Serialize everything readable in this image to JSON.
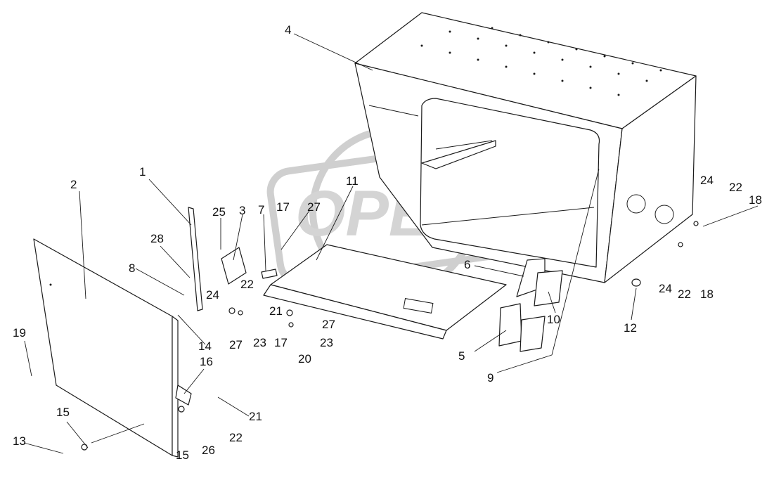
{
  "watermark": {
    "text": "OPEX"
  },
  "callouts": [
    {
      "id": "c1",
      "label": "1"
    },
    {
      "id": "c2",
      "label": "2"
    },
    {
      "id": "c3",
      "label": "3"
    },
    {
      "id": "c4",
      "label": "4"
    },
    {
      "id": "c5",
      "label": "5"
    },
    {
      "id": "c6",
      "label": "6"
    },
    {
      "id": "c7",
      "label": "7"
    },
    {
      "id": "c8",
      "label": "8"
    },
    {
      "id": "c9",
      "label": "9"
    },
    {
      "id": "c10",
      "label": "10"
    },
    {
      "id": "c11",
      "label": "11"
    },
    {
      "id": "c12",
      "label": "12"
    },
    {
      "id": "c13",
      "label": "13"
    },
    {
      "id": "c14",
      "label": "14"
    },
    {
      "id": "c15a",
      "label": "15"
    },
    {
      "id": "c15b",
      "label": "15"
    },
    {
      "id": "c16",
      "label": "16"
    },
    {
      "id": "c17a",
      "label": "17"
    },
    {
      "id": "c17b",
      "label": "17"
    },
    {
      "id": "c18a",
      "label": "18"
    },
    {
      "id": "c18b",
      "label": "18"
    },
    {
      "id": "c19",
      "label": "19"
    },
    {
      "id": "c20",
      "label": "20"
    },
    {
      "id": "c21a",
      "label": "21"
    },
    {
      "id": "c21b",
      "label": "21"
    },
    {
      "id": "c22a",
      "label": "22"
    },
    {
      "id": "c22b",
      "label": "22"
    },
    {
      "id": "c22c",
      "label": "22"
    },
    {
      "id": "c22d",
      "label": "22"
    },
    {
      "id": "c23a",
      "label": "23"
    },
    {
      "id": "c23b",
      "label": "23"
    },
    {
      "id": "c24a",
      "label": "24"
    },
    {
      "id": "c24b",
      "label": "24"
    },
    {
      "id": "c24c",
      "label": "24"
    },
    {
      "id": "c25",
      "label": "25"
    },
    {
      "id": "c26",
      "label": "26"
    },
    {
      "id": "c27a",
      "label": "27"
    },
    {
      "id": "c27b",
      "label": "27"
    },
    {
      "id": "c27c",
      "label": "27"
    },
    {
      "id": "c28",
      "label": "28"
    }
  ]
}
